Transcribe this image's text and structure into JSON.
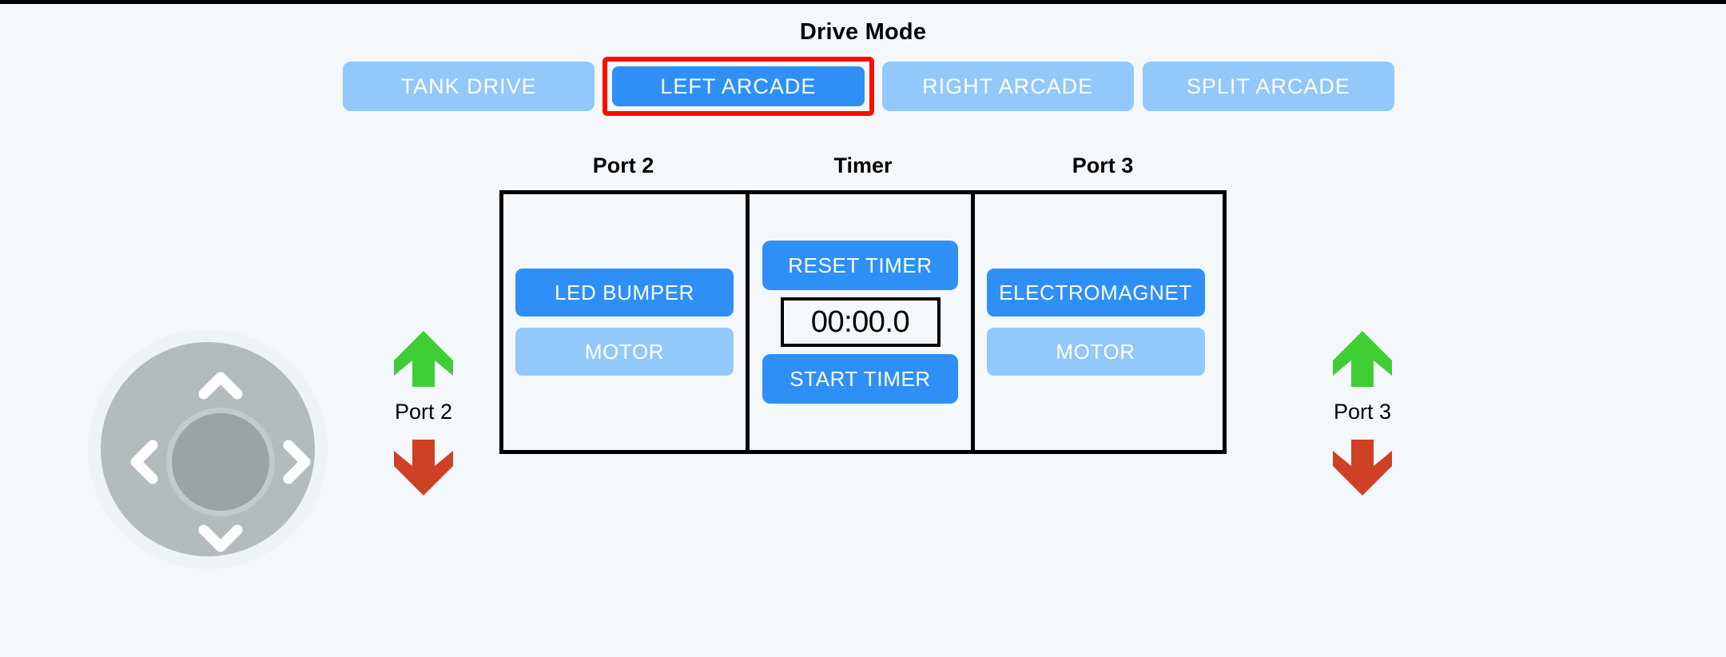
{
  "header": {
    "title": "Drive Mode"
  },
  "drive_modes": {
    "options": [
      {
        "label": "TANK DRIVE",
        "selected": false
      },
      {
        "label": "LEFT ARCADE",
        "selected": true
      },
      {
        "label": "RIGHT ARCADE",
        "selected": false
      },
      {
        "label": "SPLIT ARCADE",
        "selected": false
      }
    ],
    "selected_label": "LEFT ARCADE",
    "selection_highlight_color": "#fb0d00"
  },
  "captions": {
    "port2": "Port 2",
    "timer": "Timer",
    "port3": "Port 3"
  },
  "panel": {
    "port2": {
      "buttons": [
        {
          "label": "LED BUMPER",
          "state": "active"
        },
        {
          "label": "MOTOR",
          "state": "inactive"
        }
      ]
    },
    "timer": {
      "reset_label": "RESET TIMER",
      "display_value": "00:00.0",
      "start_label": "START TIMER"
    },
    "port3": {
      "buttons": [
        {
          "label": "ELECTROMAGNET",
          "state": "active"
        },
        {
          "label": "MOTOR",
          "state": "inactive"
        }
      ]
    }
  },
  "dpad": {
    "icons": {
      "up": "chevron-up-icon",
      "down": "chevron-down-icon",
      "left": "chevron-left-icon",
      "right": "chevron-right-icon",
      "center": "dpad-center-button"
    }
  },
  "port_controls": {
    "left": {
      "label": "Port 2",
      "up_icon": "arrow-up-icon",
      "down_icon": "arrow-down-icon"
    },
    "right": {
      "label": "Port 3",
      "up_icon": "arrow-up-icon",
      "down_icon": "arrow-down-icon"
    }
  },
  "colors": {
    "background": "#f4f8fa",
    "accent_blue": "#2e90f7",
    "light_blue": "#92c8fb",
    "arrow_up_green": "#3ece33",
    "arrow_down_red": "#ce4125",
    "selection_red": "#fb0d00",
    "panel_border": "#000000",
    "dpad_ring": "#eef3f5",
    "dpad_disc": "#b3bbbd",
    "dpad_center": "#9aa3a6"
  }
}
